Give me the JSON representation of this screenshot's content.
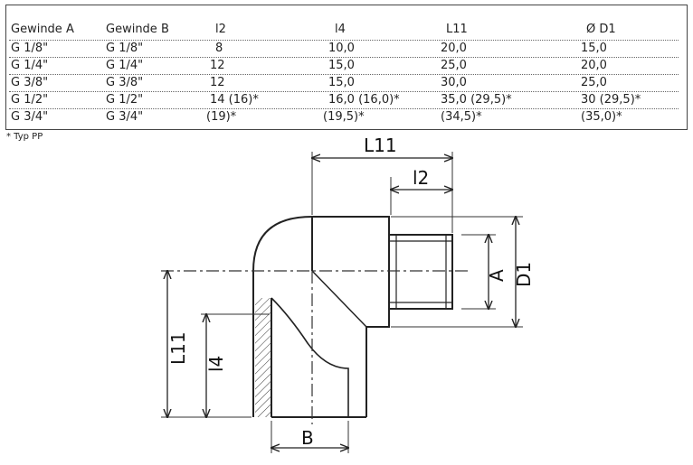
{
  "table": {
    "headers": [
      "Gewinde A",
      "Gewinde B",
      "l2",
      "l4",
      "L11",
      "Ø D1"
    ],
    "rows": [
      [
        "G 1/8\"",
        "G 1/8\"",
        "8",
        "10,0",
        "20,0",
        "15,0"
      ],
      [
        "G 1/4\"",
        "G 1/4\"",
        "12",
        "15,0",
        "25,0",
        "20,0"
      ],
      [
        "G 3/8\"",
        "G 3/8\"",
        "12",
        "15,0",
        "30,0",
        "25,0"
      ],
      [
        "G 1/2\"",
        "G 1/2\"",
        "14 (16)*",
        "16,0 (16,0)*",
        "35,0 (29,5)*",
        "30 (29,5)*"
      ],
      [
        "G 3/4\"",
        "G 3/4\"",
        "(19)*",
        "(19,5)*",
        "(34,5)*",
        "(35,0)*"
      ]
    ],
    "footnote": "* Typ PP"
  },
  "drawing": {
    "labels": {
      "L11_top": "L11",
      "l2": "l2",
      "A": "A",
      "D1": "D1",
      "L11_left": "L11",
      "l4": "l4",
      "B": "B"
    }
  }
}
